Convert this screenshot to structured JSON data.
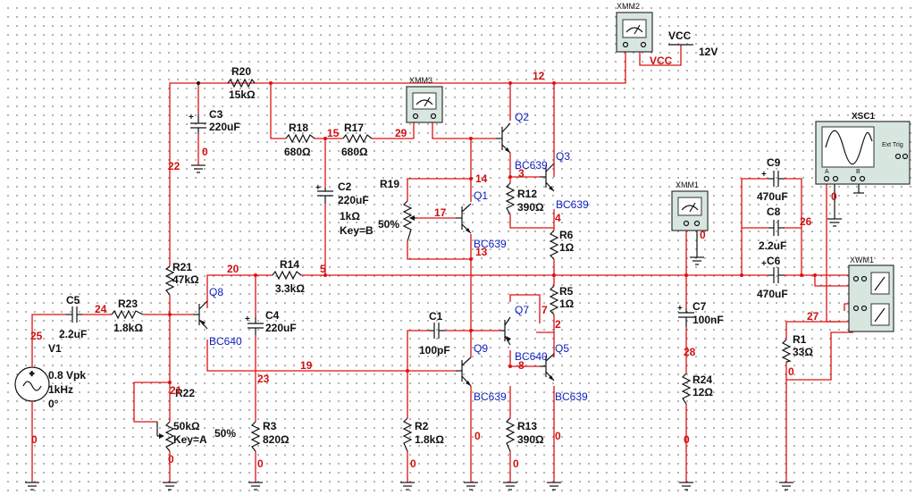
{
  "colors": {
    "wire": "#e01010",
    "node_label": "#d01010",
    "transistor_label": "#1020c0",
    "instrument": "#d8e6e0"
  },
  "instruments": {
    "xmm1": "XMM1",
    "xmm2": "XMM2",
    "xmm3": "XMM3",
    "xsc1": "XSC1",
    "xwm1": "XWM1",
    "ext_trig": "Ext Trig",
    "scope_a": "A",
    "scope_b": "B"
  },
  "supply": {
    "vcc_top": "VCC",
    "vcc_wire": "VCC",
    "voltage": "12V"
  },
  "source": {
    "name": "V1",
    "amplitude": "0.8 Vpk",
    "freq": "1kHz",
    "phase": "0°"
  },
  "resistors": {
    "R1": {
      "name": "R1",
      "value": "33Ω"
    },
    "R2": {
      "name": "R2",
      "value": "1.8kΩ"
    },
    "R3": {
      "name": "R3",
      "value": "820Ω"
    },
    "R5": {
      "name": "R5",
      "value": "1Ω"
    },
    "R6": {
      "name": "R6",
      "value": "1Ω"
    },
    "R12": {
      "name": "R12",
      "value": "390Ω"
    },
    "R13": {
      "name": "R13",
      "value": "390Ω"
    },
    "R14": {
      "name": "R14",
      "value": "3.3kΩ"
    },
    "R17": {
      "name": "R17",
      "value": "680Ω"
    },
    "R18": {
      "name": "R18",
      "value": "680Ω"
    },
    "R20": {
      "name": "R20",
      "value": "15kΩ"
    },
    "R21": {
      "name": "R21",
      "value": "47kΩ"
    },
    "R23": {
      "name": "R23",
      "value": "1.8kΩ"
    },
    "R24": {
      "name": "R24",
      "value": "12Ω"
    }
  },
  "potentiometers": {
    "R19": {
      "name": "R19",
      "value": "1kΩ",
      "key": "Key=B",
      "setting": "50%"
    },
    "R22": {
      "name": "R22",
      "value": "50kΩ",
      "key": "Key=A",
      "setting": "50%"
    }
  },
  "capacitors": {
    "C1": {
      "name": "C1",
      "value": "100pF"
    },
    "C2": {
      "name": "C2",
      "value": "220uF"
    },
    "C3": {
      "name": "C3",
      "value": "220uF"
    },
    "C4": {
      "name": "C4",
      "value": "220uF"
    },
    "C5": {
      "name": "C5",
      "value": "2.2uF"
    },
    "C6": {
      "name": "C6",
      "value": "470uF"
    },
    "C7": {
      "name": "C7",
      "value": "100nF"
    },
    "C8": {
      "name": "C8",
      "value": "2.2uF"
    },
    "C9": {
      "name": "C9",
      "value": "470uF"
    }
  },
  "transistors": {
    "Q1": {
      "name": "Q1",
      "type": "BC639"
    },
    "Q2": {
      "name": "Q2",
      "type": "BC639"
    },
    "Q3": {
      "name": "Q3",
      "type": "BC639"
    },
    "Q5": {
      "name": "Q5",
      "type": "BC639"
    },
    "Q7": {
      "name": "Q7",
      "type": "BC640"
    },
    "Q8": {
      "name": "Q8",
      "type": "BC640"
    },
    "Q9": {
      "name": "Q9",
      "type": "BC639"
    }
  },
  "nodes": {
    "n0": "0",
    "n2": "2",
    "n3": "3",
    "n4": "4",
    "n5": "5",
    "n7": "7",
    "n8": "8",
    "n12": "12",
    "n13": "13",
    "n14": "14",
    "n15": "15",
    "n17": "17",
    "n19": "19",
    "n20": "20",
    "n21": "21",
    "n22": "22",
    "n23": "23",
    "n24": "24",
    "n25": "25",
    "n26": "26",
    "n27": "27",
    "n28": "28",
    "n29": "29"
  }
}
